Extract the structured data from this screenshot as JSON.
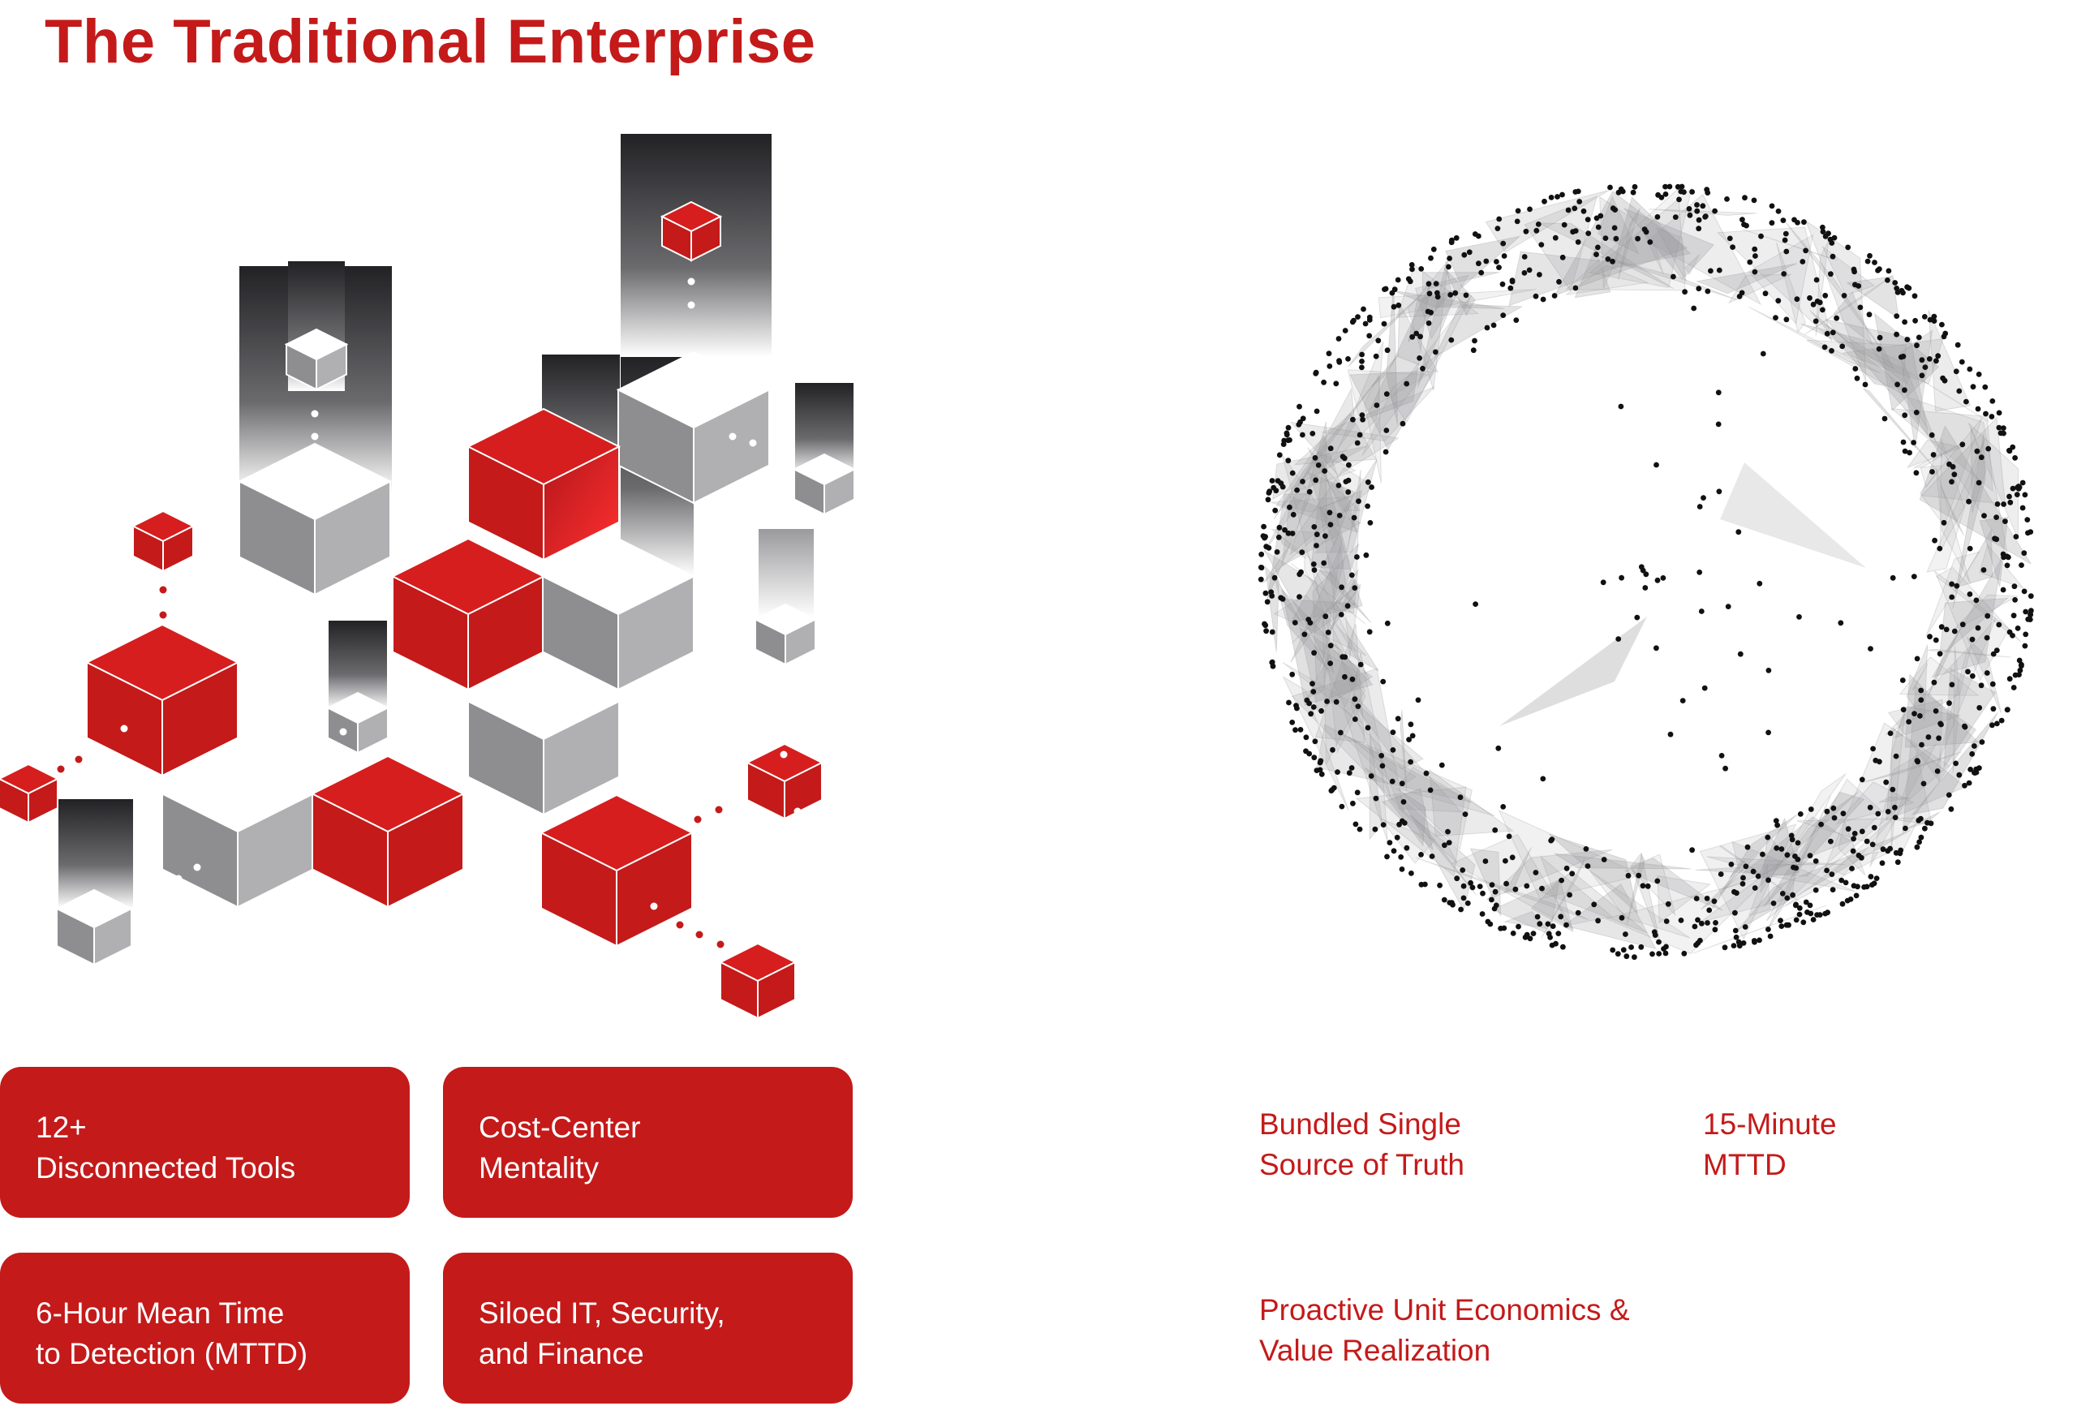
{
  "header": {
    "title": "The Traditional Enterprise",
    "accent_color": "#c41a1a"
  },
  "illustrations": {
    "left": "isometric-cubes-illustration",
    "right": "network-ring-illustration"
  },
  "cards": [
    {
      "line1": "12+",
      "line2": "Disconnected Tools"
    },
    {
      "line1": "Cost-Center",
      "line2": "Mentality"
    },
    {
      "line1": "6-Hour Mean Time",
      "line2": "to Detection (MTTD)"
    },
    {
      "line1": "Siloed IT, Security,",
      "line2": "and Finance"
    }
  ],
  "features": [
    {
      "line1": "Bundled Single",
      "line2": "Source of Truth"
    },
    {
      "line1": "15-Minute",
      "line2": "MTTD"
    },
    {
      "line1": "Proactive Unit Economics &",
      "line2": "Value Realization"
    }
  ]
}
